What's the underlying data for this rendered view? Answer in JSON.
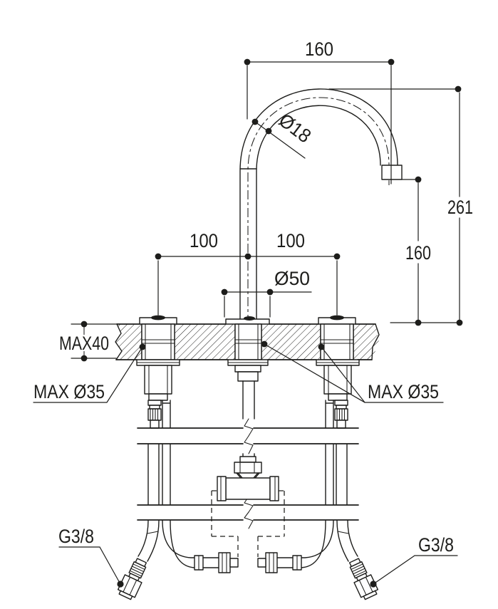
{
  "drawing": {
    "colors": {
      "line": "#1d1d1b",
      "background": "#ffffff"
    },
    "dimensions": {
      "spout_reach": "160",
      "spout_tube_diameter": "Ø18",
      "overall_height": "261",
      "outlet_height": "160",
      "spacing_left": "100",
      "spacing_right": "100",
      "base_flange_diameter": "Ø50",
      "max_deck_thickness": "MAX40",
      "max_hole_diameter_left": "MAX Ø35",
      "max_hole_diameter_right": "MAX Ø35",
      "supply_thread_left": "G3/8",
      "supply_thread_right": "G3/8"
    }
  }
}
